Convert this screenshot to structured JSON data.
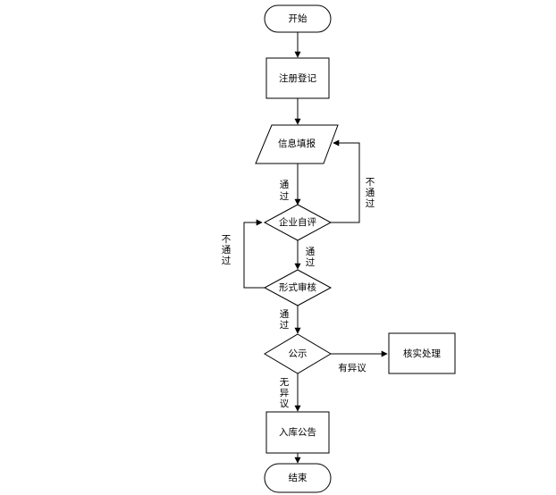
{
  "flowchart": {
    "nodes": {
      "start": "开始",
      "register": "注册登记",
      "info_fill": "信息填报",
      "self_eval": "企业自评",
      "formal_review": "形式审核",
      "publicity": "公示",
      "verify": "核实处理",
      "warehouse": "入库公告",
      "end": "结束"
    },
    "edges": {
      "info_to_self": [
        "通",
        "过"
      ],
      "self_fail": [
        "不",
        "通",
        "过"
      ],
      "self_to_review": [
        "通",
        "过"
      ],
      "review_fail": [
        "不",
        "通",
        "过"
      ],
      "review_to_public": [
        "通",
        "过"
      ],
      "objection": "有异议",
      "no_objection": [
        "无",
        "异",
        "议"
      ]
    }
  }
}
